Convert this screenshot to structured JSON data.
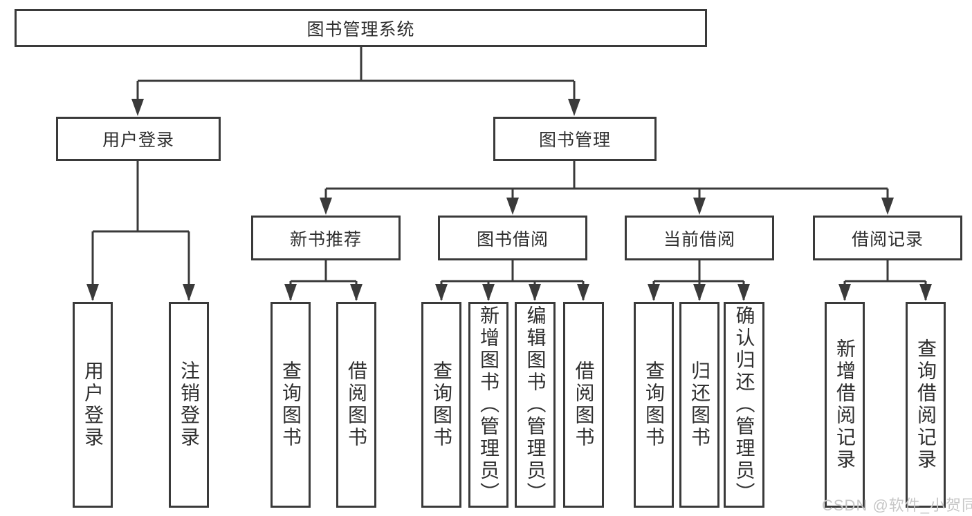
{
  "diagram": {
    "root": "图书管理系统",
    "branches": [
      {
        "label": "用户登录",
        "children": [
          "用户登录",
          "注销登录"
        ]
      },
      {
        "label": "图书管理",
        "sections": [
          {
            "label": "新书推荐",
            "children": [
              "查询图书",
              "借阅图书"
            ]
          },
          {
            "label": "图书借阅",
            "children": [
              "查询图书",
              "新增图书（管理员）",
              "编辑图书（管理员）",
              "借阅图书"
            ]
          },
          {
            "label": "当前借阅",
            "children": [
              "查询图书",
              "归还图书",
              "确认归还（管理员）"
            ]
          },
          {
            "label": "借阅记录",
            "children": [
              "新增借阅记录",
              "查询借阅记录"
            ]
          }
        ]
      }
    ]
  },
  "watermark": {
    "text": "CSDN @软件_小贺同学"
  },
  "colors": {
    "line": "#3a3a3a",
    "text": "#2f2f2f",
    "watermark": "#c7c7c7",
    "background": "#ffffff"
  }
}
